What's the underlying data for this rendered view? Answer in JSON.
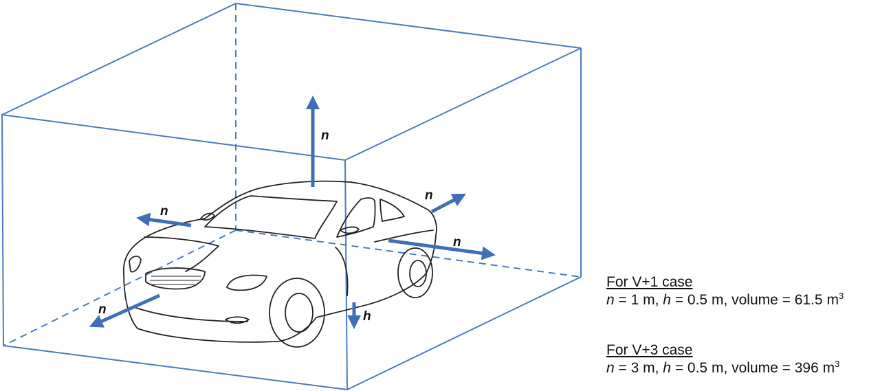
{
  "diagram": {
    "box_color": "#4a7bbf",
    "arrow_color": "#3f6fb6",
    "labels": {
      "n": "n",
      "h": "h"
    }
  },
  "legend": [
    {
      "title": "For V+1 case",
      "n_var": "n",
      "n_text": " = 1 m, ",
      "h_var": "h",
      "h_text": " = 0.5 m, volume = 61.5 m",
      "exp": "3"
    },
    {
      "title": "For V+3 case",
      "n_var": "n",
      "n_text": " = 3 m, ",
      "h_var": "h",
      "h_text": " = 0.5 m, volume = 396 m",
      "exp": "3"
    }
  ]
}
